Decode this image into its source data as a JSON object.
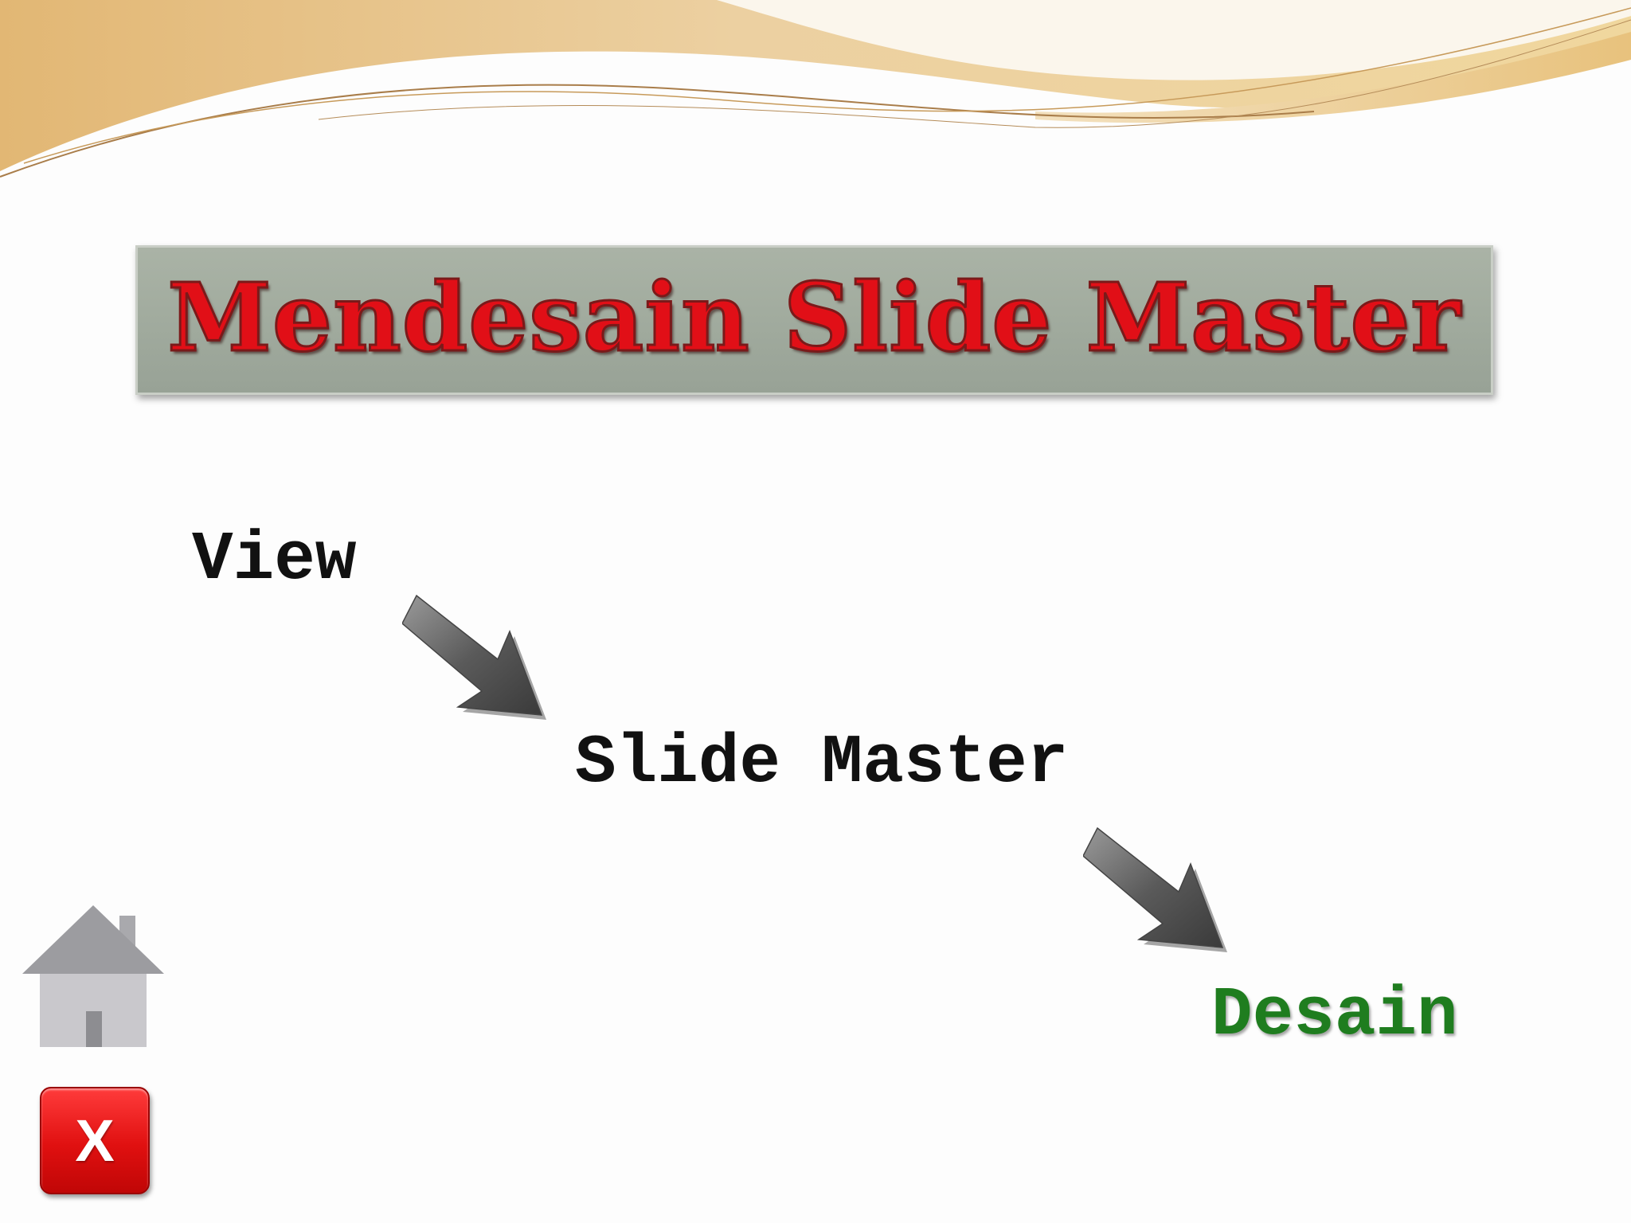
{
  "slide": {
    "title": "Mendesain Slide Master",
    "steps": [
      "View",
      "Slide Master",
      "Desain"
    ]
  },
  "buttons": {
    "home_icon": "home-icon",
    "exit_label": "X"
  },
  "colors": {
    "title_text": "#e10f17",
    "title_banner": "#a1ab9e",
    "step_text": "#111111",
    "final_step_text": "#1f7d1f",
    "arrow": "#6a6a6a",
    "exit_button": "#e01010",
    "home_icon": "#a9a9ad"
  }
}
